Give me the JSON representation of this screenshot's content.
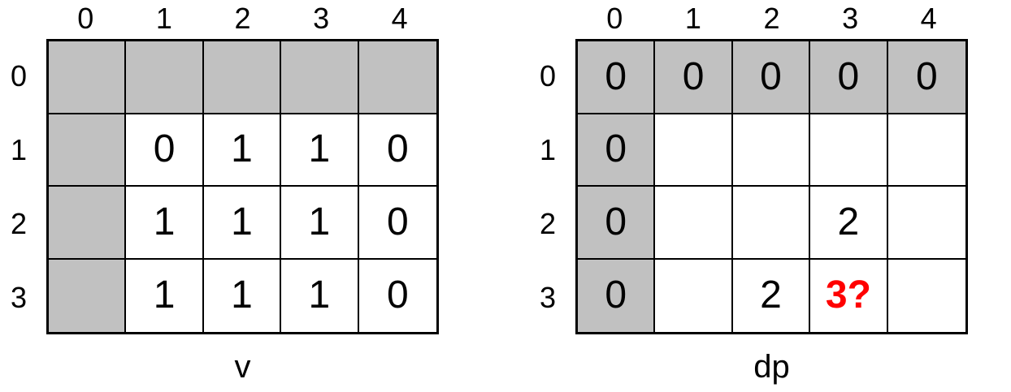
{
  "colors": {
    "background": "#ffffff",
    "shaded_cell": "#c1c1c1",
    "border": "#000000",
    "text": "#000000",
    "highlight": "#ff0000"
  },
  "tables": [
    {
      "id": "v",
      "caption": "v",
      "col_headers": [
        "0",
        "1",
        "2",
        "3",
        "4"
      ],
      "row_headers": [
        "0",
        "1",
        "2",
        "3"
      ],
      "rows": [
        [
          {
            "text": "",
            "shaded": true
          },
          {
            "text": "",
            "shaded": true
          },
          {
            "text": "",
            "shaded": true
          },
          {
            "text": "",
            "shaded": true
          },
          {
            "text": "",
            "shaded": true
          }
        ],
        [
          {
            "text": "",
            "shaded": true
          },
          {
            "text": "0"
          },
          {
            "text": "1"
          },
          {
            "text": "1"
          },
          {
            "text": "0"
          }
        ],
        [
          {
            "text": "",
            "shaded": true
          },
          {
            "text": "1"
          },
          {
            "text": "1"
          },
          {
            "text": "1"
          },
          {
            "text": "0"
          }
        ],
        [
          {
            "text": "",
            "shaded": true
          },
          {
            "text": "1"
          },
          {
            "text": "1"
          },
          {
            "text": "1"
          },
          {
            "text": "0"
          }
        ]
      ]
    },
    {
      "id": "dp",
      "caption": "dp",
      "col_headers": [
        "0",
        "1",
        "2",
        "3",
        "4"
      ],
      "row_headers": [
        "0",
        "1",
        "2",
        "3"
      ],
      "rows": [
        [
          {
            "text": "0",
            "shaded": true
          },
          {
            "text": "0",
            "shaded": true
          },
          {
            "text": "0",
            "shaded": true
          },
          {
            "text": "0",
            "shaded": true
          },
          {
            "text": "0",
            "shaded": true
          }
        ],
        [
          {
            "text": "0",
            "shaded": true
          },
          {
            "text": ""
          },
          {
            "text": ""
          },
          {
            "text": ""
          },
          {
            "text": ""
          }
        ],
        [
          {
            "text": "0",
            "shaded": true
          },
          {
            "text": ""
          },
          {
            "text": ""
          },
          {
            "text": "2"
          },
          {
            "text": ""
          }
        ],
        [
          {
            "text": "0",
            "shaded": true
          },
          {
            "text": ""
          },
          {
            "text": "2"
          },
          {
            "text": "3?",
            "highlight": true
          },
          {
            "text": ""
          }
        ]
      ]
    }
  ]
}
